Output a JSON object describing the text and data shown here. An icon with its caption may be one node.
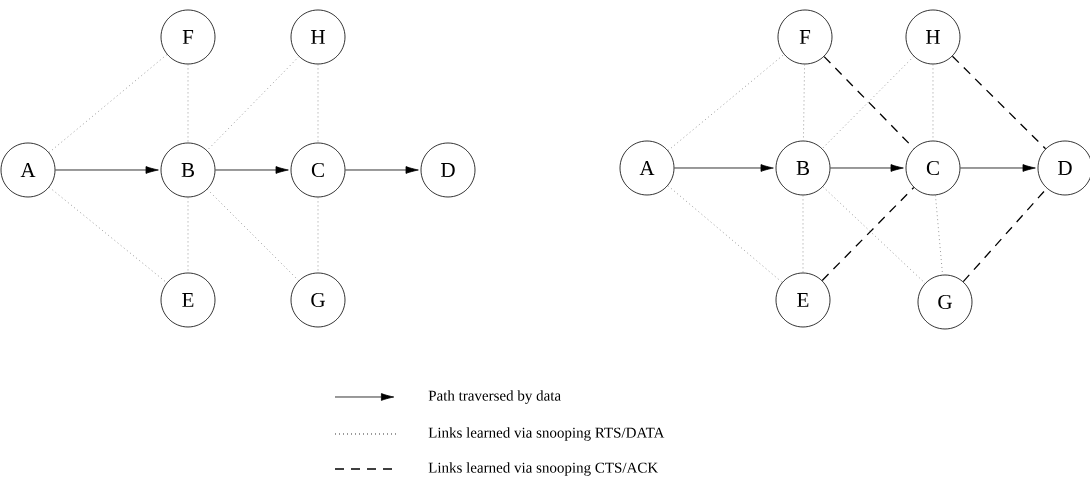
{
  "diagram": {
    "nodes": [
      {
        "text": [
          "F"
        ]
      },
      {
        "text": [
          "H"
        ]
      },
      {
        "text": [
          "A"
        ]
      },
      {
        "text": [
          "B"
        ]
      },
      {
        "text": [
          "C"
        ]
      },
      {
        "text": [
          "D"
        ]
      },
      {
        "text": [
          "E"
        ]
      },
      {
        "text": [
          "G"
        ]
      },
      {
        "text": [
          "F"
        ]
      },
      {
        "text": [
          "H"
        ]
      },
      {
        "text": [
          "A"
        ]
      },
      {
        "text": [
          "B"
        ]
      },
      {
        "text": [
          "C"
        ]
      },
      {
        "text": [
          "D"
        ]
      },
      {
        "text": [
          "E"
        ]
      },
      {
        "text": [
          "G"
        ]
      }
    ],
    "edges": [
      {
        "from": 2,
        "to": 3,
        "arrow": "to",
        "color": "#000000"
      },
      {
        "from": 3,
        "to": 4,
        "arrow": "to",
        "color": "#000000"
      },
      {
        "from": 4,
        "to": 5,
        "arrow": "to",
        "color": "#000000"
      },
      {
        "from": 2,
        "to": 0,
        "arrow": "none",
        "style": "dashed"
      },
      {
        "from": 2,
        "to": 6,
        "arrow": "none",
        "style": "dashed"
      },
      {
        "from": 0,
        "to": 3,
        "arrow": "none",
        "style": "dashed"
      },
      {
        "from": 1,
        "to": 3,
        "arrow": "none",
        "style": "dashed"
      },
      {
        "from": 3,
        "to": 6,
        "arrow": "none",
        "style": "dashed"
      },
      {
        "from": 3,
        "to": 7,
        "arrow": "none",
        "style": "dashed"
      },
      {
        "from": 1,
        "to": 4,
        "arrow": "none",
        "style": "dashed"
      },
      {
        "from": 4,
        "to": 7,
        "arrow": "none",
        "style": "dashed"
      },
      {
        "from": 10,
        "to": 11,
        "arrow": "to",
        "color": "#000000"
      },
      {
        "from": 11,
        "to": 12,
        "arrow": "to",
        "color": "#000000"
      },
      {
        "from": 12,
        "to": 13,
        "arrow": "to",
        "color": "#000000"
      },
      {
        "from": 10,
        "to": 8,
        "arrow": "none",
        "style": "dashed"
      },
      {
        "from": 10,
        "to": 14,
        "arrow": "none",
        "style": "dashed"
      },
      {
        "from": 8,
        "to": 11,
        "arrow": "none",
        "style": "dashed"
      },
      {
        "from": 9,
        "to": 11,
        "arrow": "none",
        "style": "dashed"
      },
      {
        "from": 11,
        "to": 14,
        "arrow": "none",
        "style": "dashed"
      },
      {
        "from": 11,
        "to": 15,
        "arrow": "none",
        "style": "dashed"
      },
      {
        "from": 9,
        "to": 12,
        "arrow": "none",
        "style": "dashed"
      },
      {
        "from": 12,
        "to": 15,
        "arrow": "none",
        "style": "dashed"
      },
      {
        "from": 8,
        "to": 12,
        "arrow": "none",
        "style": "dashed",
        "color": "#000000"
      },
      {
        "from": 14,
        "to": 12,
        "arrow": "none",
        "style": "dashed",
        "color": "#000000"
      },
      {
        "from": 9,
        "to": 13,
        "arrow": "none",
        "style": "dashed",
        "color": "#000000"
      },
      {
        "from": 15,
        "to": 13,
        "arrow": "none",
        "style": "dashed",
        "color": "#000000"
      }
    ],
    "legend": [
      {
        "text": "Path traversed by data"
      },
      {
        "text": "Links learned via snooping RTS/DATA"
      },
      {
        "text": "Links learned via snooping CTS/ACK"
      }
    ]
  }
}
